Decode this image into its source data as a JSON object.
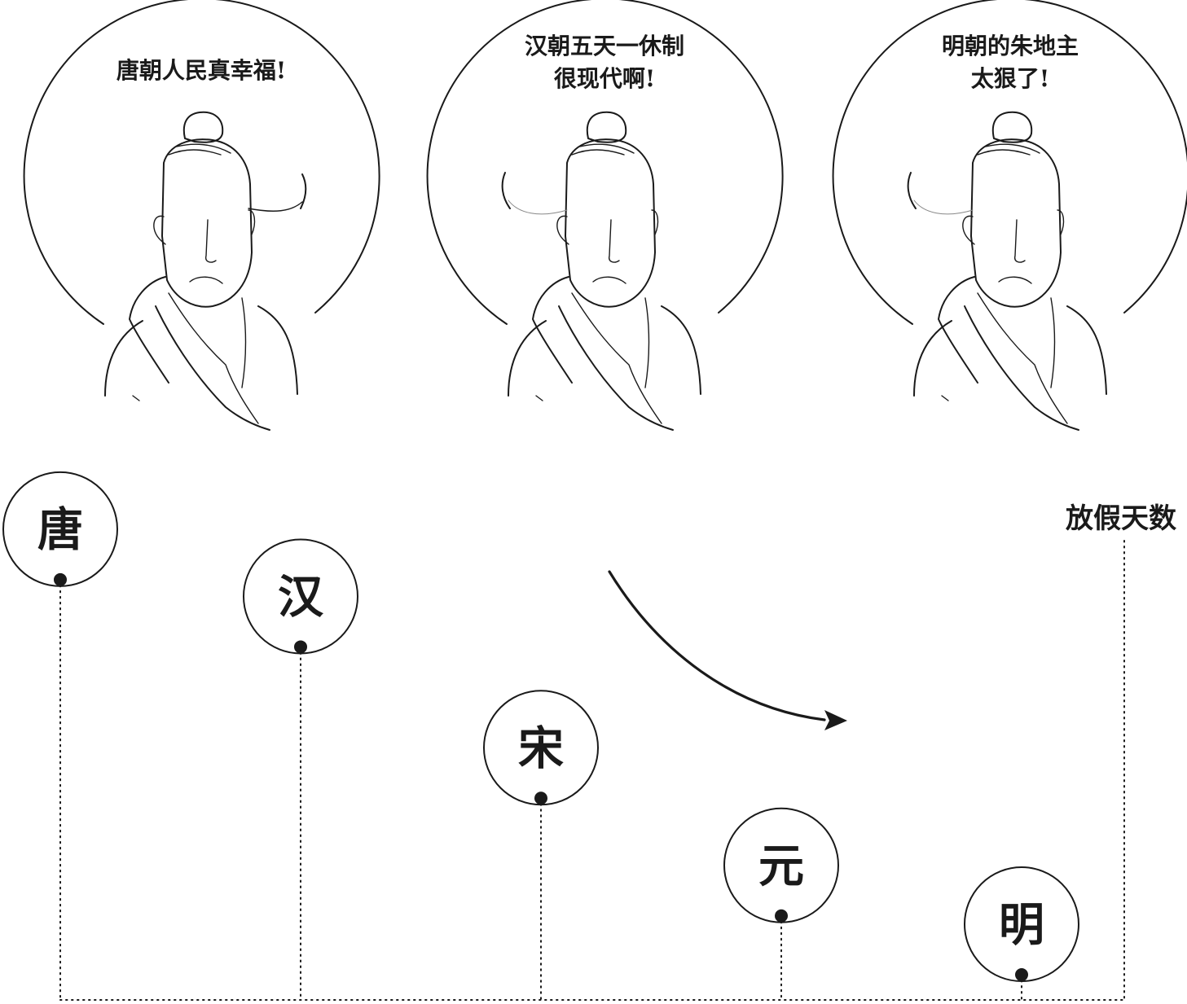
{
  "panels": [
    {
      "id": "tang",
      "speech_lines": [
        "唐朝人民真幸福!"
      ],
      "facing": "left"
    },
    {
      "id": "han",
      "speech_lines": [
        "汉朝五天一休制",
        "很现代啊!"
      ],
      "facing": "right"
    },
    {
      "id": "ming",
      "speech_lines": [
        "明朝的朱地主",
        "太狠了!"
      ],
      "facing": "right"
    }
  ],
  "axis_label": "放假天数",
  "chart_data": {
    "type": "scatter",
    "title": "",
    "ylabel": "放假天数",
    "categories": [
      "唐",
      "汉",
      "宋",
      "元",
      "明"
    ],
    "values": [
      5,
      4.2,
      2.4,
      1,
      0.3
    ],
    "ylim": [
      0,
      6.2
    ],
    "y_ticks_shown": false,
    "trend": "decreasing"
  }
}
